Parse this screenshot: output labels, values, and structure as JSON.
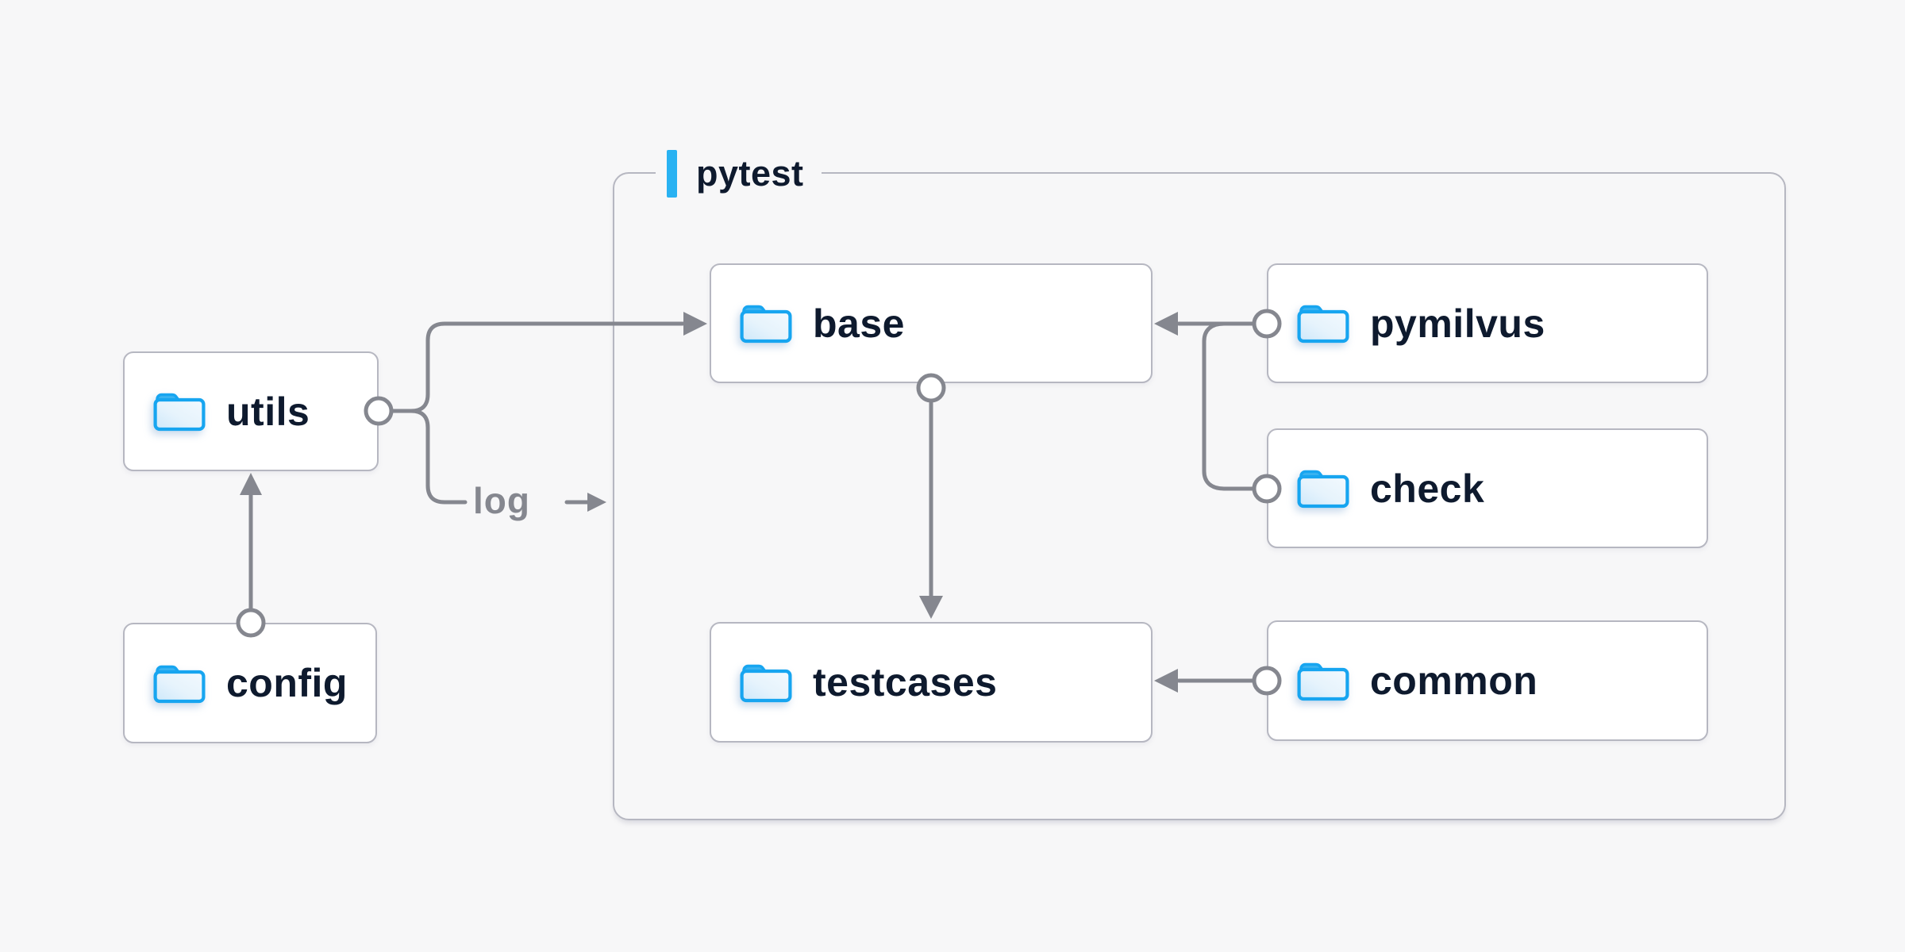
{
  "diagram": {
    "container": {
      "label": "pytest"
    },
    "nodes": {
      "utils": {
        "label": "utils",
        "icon": "folder-icon"
      },
      "config": {
        "label": "config",
        "icon": "folder-icon"
      },
      "base": {
        "label": "base",
        "icon": "folder-icon"
      },
      "pymilvus": {
        "label": "pymilvus",
        "icon": "folder-icon"
      },
      "check": {
        "label": "check",
        "icon": "folder-icon"
      },
      "testcases": {
        "label": "testcases",
        "icon": "folder-icon"
      },
      "common": {
        "label": "common",
        "icon": "folder-icon"
      }
    },
    "edges": {
      "log_label": "log",
      "list": [
        {
          "from": "config",
          "to": "utils",
          "style": "arrow"
        },
        {
          "from": "utils",
          "to": "base",
          "style": "arrow"
        },
        {
          "from": "utils",
          "to": "log",
          "style": "labeled-arrow",
          "label": "log"
        },
        {
          "from": "base",
          "to": "testcases",
          "style": "arrow"
        },
        {
          "from": "pymilvus",
          "to": "base",
          "style": "arrow"
        },
        {
          "from": "check",
          "to": "base",
          "style": "arrow"
        },
        {
          "from": "common",
          "to": "testcases",
          "style": "arrow"
        }
      ]
    },
    "colors": {
      "page_bg": "#f7f7f8",
      "node_bg": "#ffffff",
      "border_gray": "#b6b7c1",
      "line_gray": "#85878f",
      "text_navy": "#0e1a2e",
      "accent_blue": "#29b2f2",
      "folder_blue": "#17a5f0"
    }
  }
}
